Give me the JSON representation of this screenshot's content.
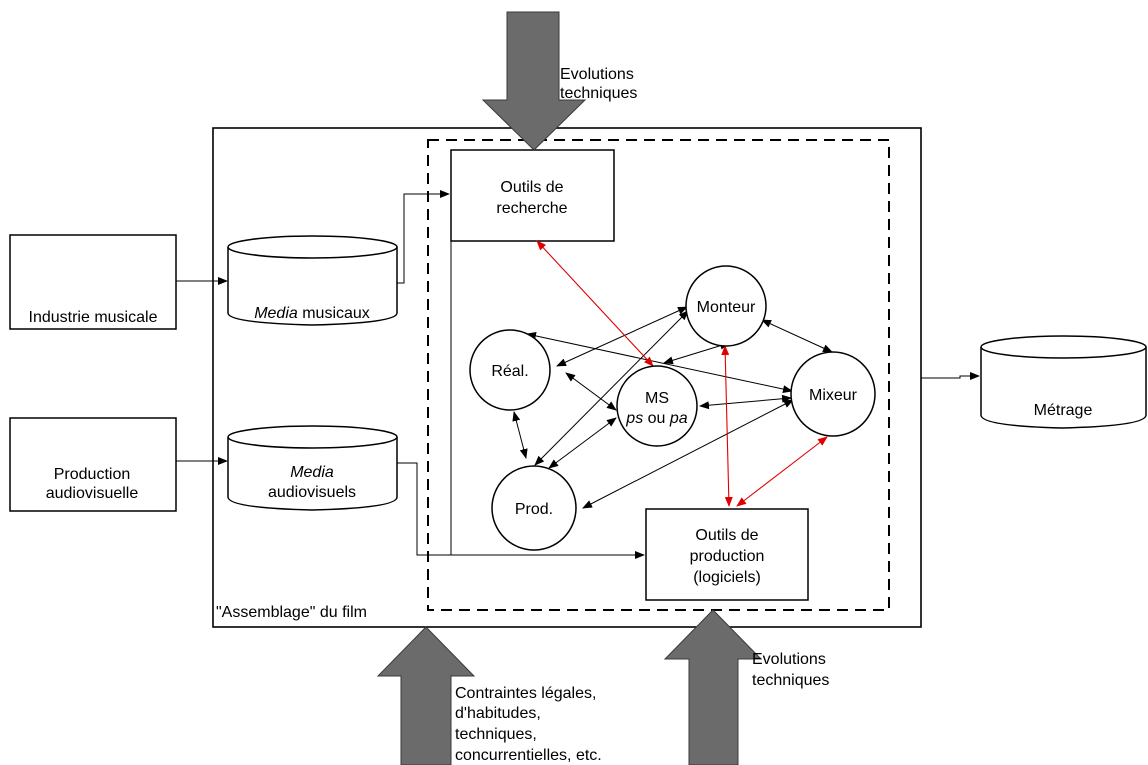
{
  "external": {
    "industrie": "Industrie musicale",
    "production_l1": "Production",
    "production_l2": "audiovisuelle"
  },
  "storage": {
    "media_musicaux_em": "Media",
    "media_musicaux_rest": " musicaux",
    "media_av_em": "Media",
    "media_av_l2": "audiovisuels",
    "metrage": "Métrage"
  },
  "tools": {
    "recherche_l1": "Outils de",
    "recherche_l2": "recherche",
    "production_l1": "Outils de",
    "production_l2": "production",
    "production_l3": "(logiciels)"
  },
  "nodes": {
    "monteur": "Monteur",
    "real": "Réal.",
    "ms": "MS",
    "ms_ps": "ps",
    "ms_ou": " ou ",
    "ms_pa": "pa",
    "mixeur": "Mixeur",
    "prod": "Prod."
  },
  "forces": {
    "top_l1": "Evolutions",
    "top_l2": "techniques",
    "bottom_right_l1": "Evolutions",
    "bottom_right_l2": "techniques",
    "constraints_l1": "Contraintes légales,",
    "constraints_l2": "d'habitudes,",
    "constraints_l3": "techniques,",
    "constraints_l4": "concurrentielles, etc."
  },
  "assemblage_label": "\"Assemblage\" du film",
  "colors": {
    "red_link": "#e00000",
    "arrow_fill": "#6b6b6b"
  }
}
